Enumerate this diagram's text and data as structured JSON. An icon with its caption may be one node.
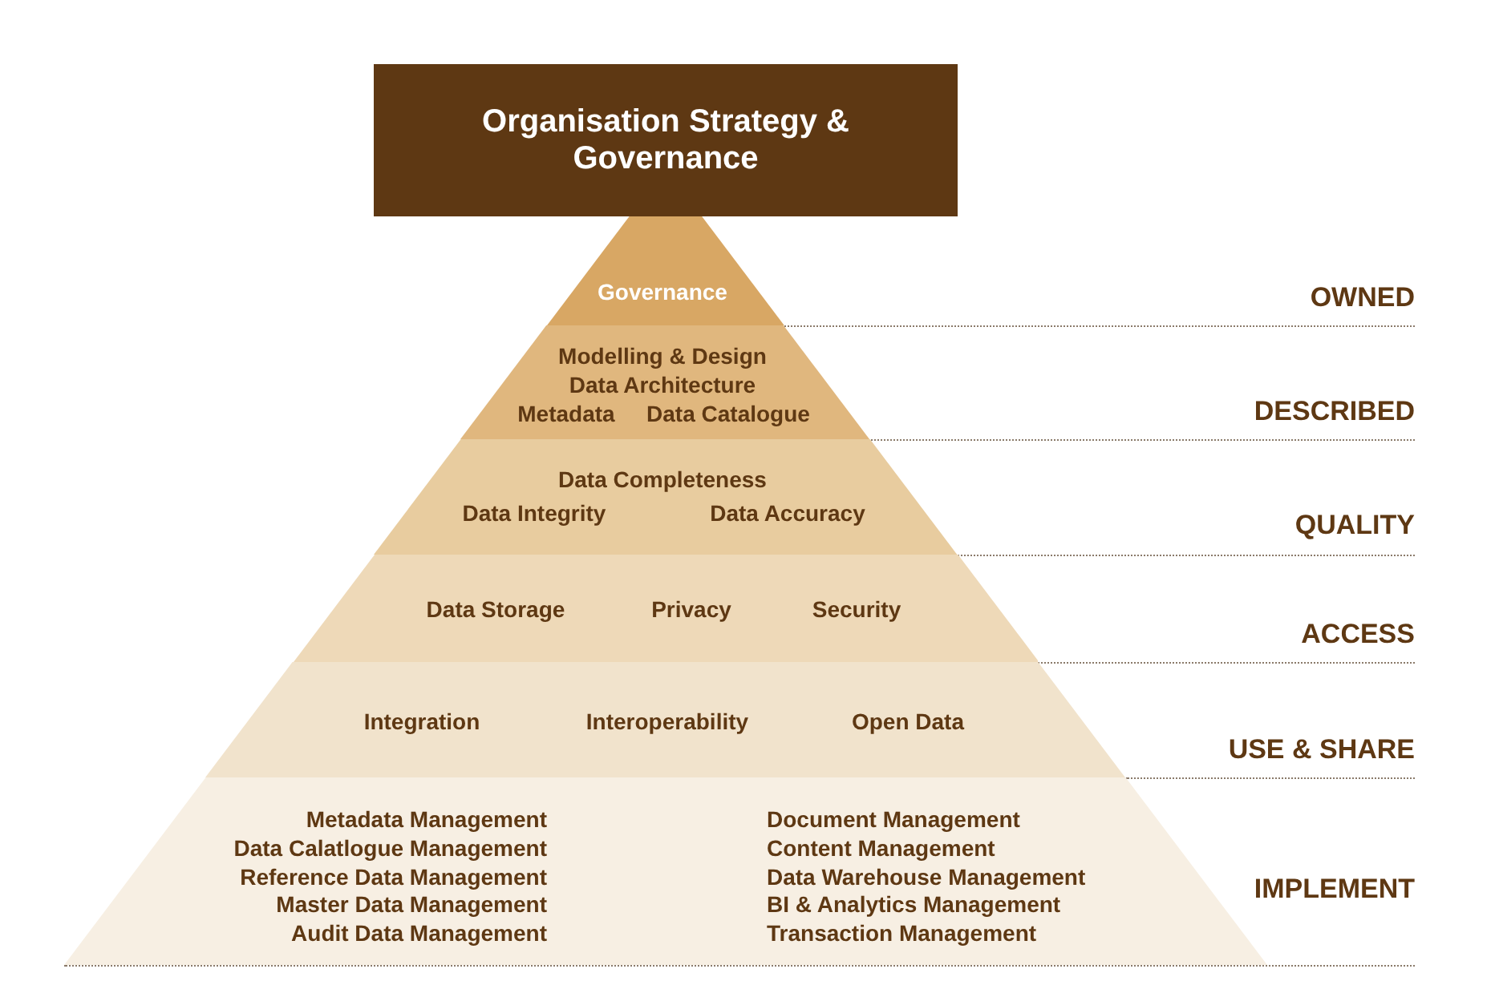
{
  "diagram": {
    "nodes": [
      {
        "text": [
          "Organisation Strategy & Governance"
        ]
      },
      {
        "text": [
          "Governance"
        ]
      },
      {
        "text": [
          "Modelling & Design",
          "Data Architecture",
          "Metadata",
          "Data Catalogue"
        ]
      },
      {
        "text": [
          "Data Completeness",
          "Data Integrity",
          "Data Accuracy"
        ]
      },
      {
        "text": [
          "Data Storage",
          "Privacy",
          "Security"
        ]
      },
      {
        "text": [
          "Integration",
          "Interoperability",
          "Open Data"
        ]
      },
      {
        "text": [
          "Metadata Management",
          "Data Calatlogue Management",
          "Reference Data Management",
          "Master Data Management",
          "Audit Data Management",
          "Document Management",
          "Content Management",
          "Data Warehouse Management",
          "BI & Analytics Management",
          "Transaction Management"
        ]
      }
    ],
    "edges": [],
    "labels": [
      "OWNED",
      "DESCRIBED",
      "QUALITY",
      "ACCESS",
      "USE & SHARE",
      "IMPLEMENT"
    ]
  }
}
